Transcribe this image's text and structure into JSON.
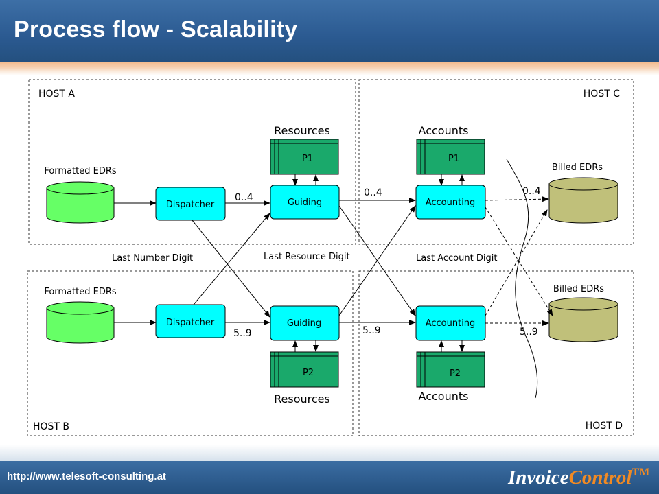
{
  "title": "Process flow - Scalability",
  "footer": {
    "url": "http://www.telesoft-consulting.at",
    "logo_part1": "Invoice",
    "logo_part2": "Control",
    "logo_tm": "TM"
  },
  "hosts": {
    "a": "HOST A",
    "b": "HOST B",
    "c": "HOST C",
    "d": "HOST D"
  },
  "databases": {
    "formatted_top": "Formatted EDRs",
    "formatted_bottom": "Formatted EDRs",
    "billed_top": "Billed EDRs",
    "billed_bottom": "Billed EDRs"
  },
  "processes": {
    "dispatcher_top": "Dispatcher",
    "dispatcher_bottom": "Dispatcher",
    "guiding_top": "Guiding",
    "guiding_bottom": "Guiding",
    "accounting_top": "Accounting",
    "accounting_bottom": "Accounting"
  },
  "tables": {
    "resources_p1": "P1",
    "resources_p2": "P2",
    "accounts_p1": "P1",
    "accounts_p2": "P2"
  },
  "headings": {
    "resources_top": "Resources",
    "resources_bottom": "Resources",
    "accounts_top": "Accounts",
    "accounts_bottom": "Accounts"
  },
  "ranges": {
    "disp_top": "0..4",
    "disp_bottom": "5..9",
    "guid_top": "0..4",
    "guid_bottom": "5..9",
    "acct_top": "0..4",
    "acct_bottom": "5..9"
  },
  "partition_labels": {
    "number": "Last Number Digit",
    "resource": "Last Resource Digit",
    "account": "Last Account Digit"
  },
  "colors": {
    "process_fill": "#00ffff",
    "table_fill": "#1aa96b",
    "formatted_db": "#66ff66",
    "billed_db": "#c0c07a",
    "header_bg": "#2b5a91",
    "logo_accent": "#f08a24"
  }
}
